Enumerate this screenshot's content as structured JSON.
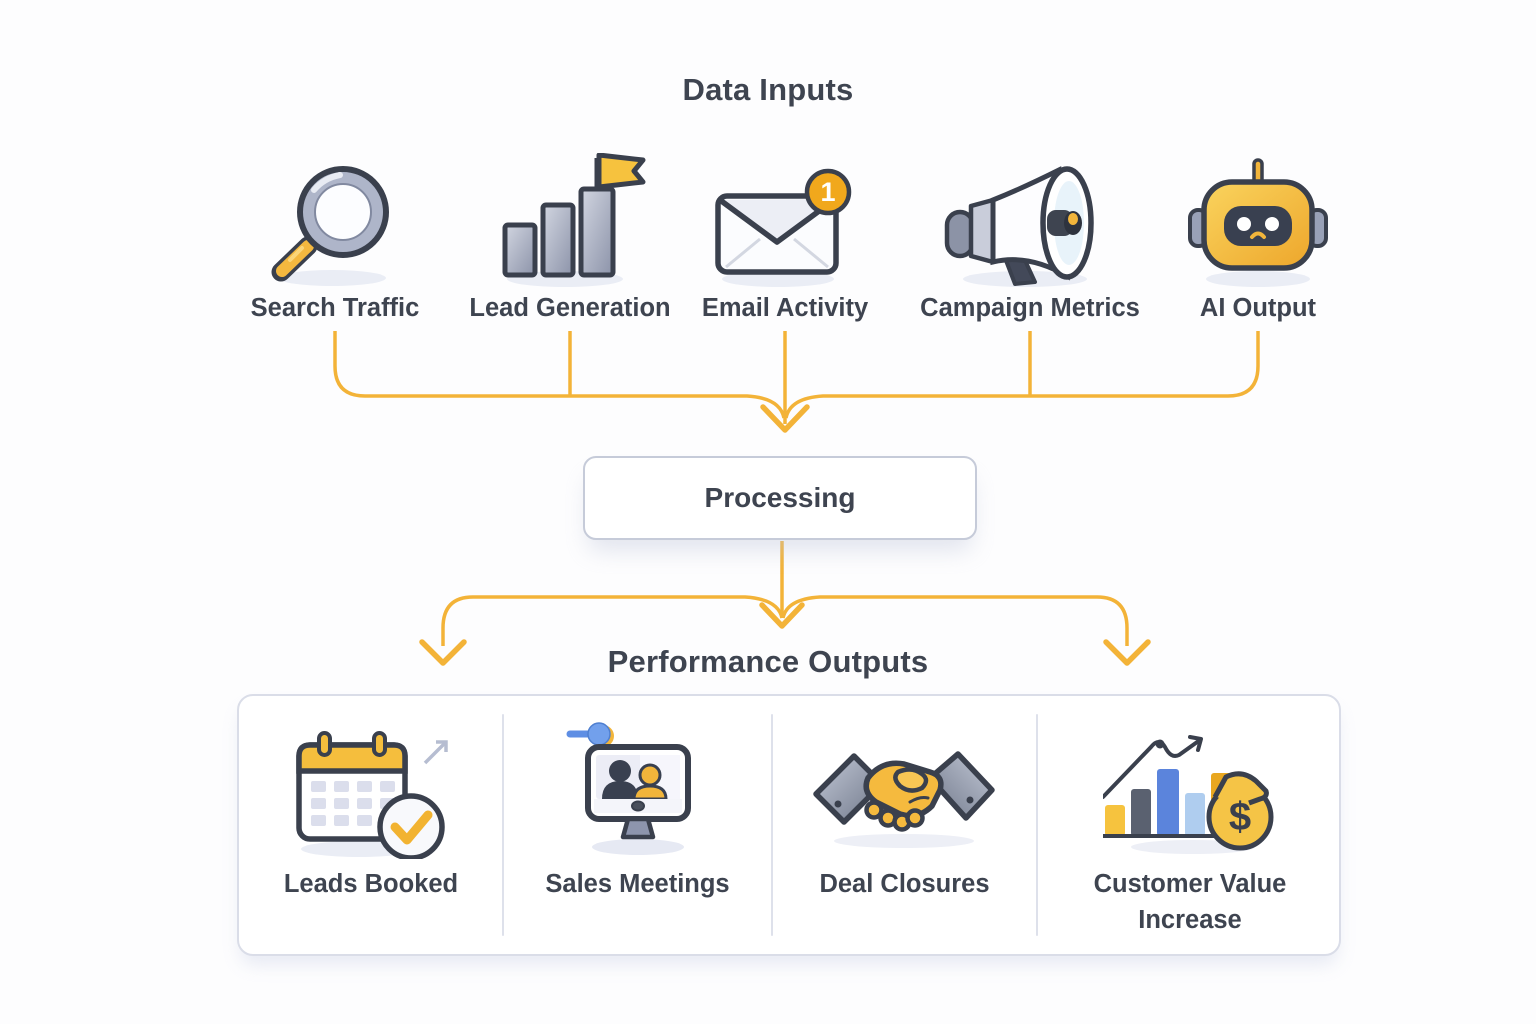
{
  "inputs_section": {
    "title": "Data Inputs",
    "items": [
      {
        "label": "Search Traffic",
        "icon": "magnifier-icon"
      },
      {
        "label": "Lead Generation",
        "icon": "bar-chart-flag-icon"
      },
      {
        "label": "Email Activity",
        "icon": "envelope-icon",
        "badge": "1"
      },
      {
        "label": "Campaign Metrics",
        "icon": "megaphone-icon"
      },
      {
        "label": "AI Output",
        "icon": "robot-icon"
      }
    ]
  },
  "processing": {
    "label": "Processing"
  },
  "outputs_section": {
    "title": "Performance Outputs",
    "items": [
      {
        "label": "Leads Booked",
        "icon": "calendar-check-icon"
      },
      {
        "label": "Sales Meetings",
        "icon": "video-meeting-icon"
      },
      {
        "label": "Deal Closures",
        "icon": "handshake-icon"
      },
      {
        "label": "Customer Value Increase",
        "icon": "bar-chart-money-icon",
        "money_symbol": "$"
      }
    ]
  },
  "colors": {
    "accent_yellow": "#F3B338",
    "text_dark": "#3E4450",
    "icon_outline": "#3A404D",
    "panel_border": "#DADDE8",
    "processing_border": "#C6CBD9"
  }
}
